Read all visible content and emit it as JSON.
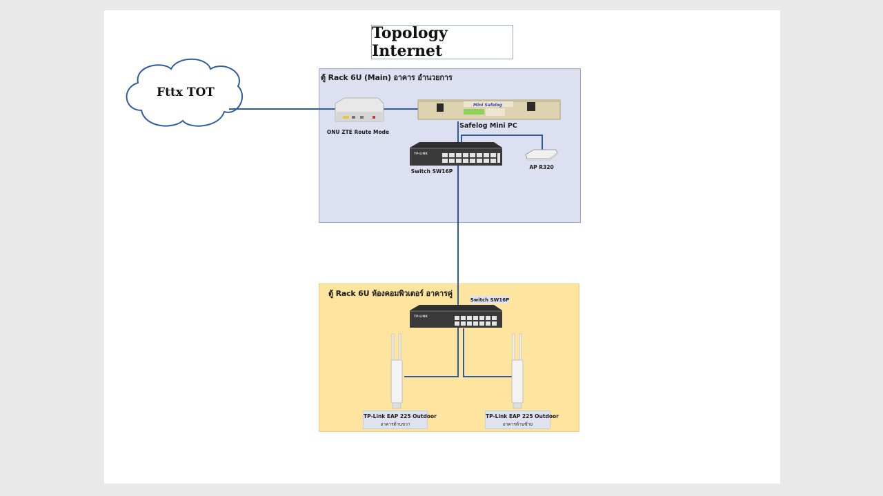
{
  "title": "Topology Internet",
  "cloud": {
    "label": "Fttx TOT"
  },
  "zone_main": {
    "title": "ตู้ Rack 6U (Main) อาคาร อำนวยการ",
    "onu_label": "ONU ZTE Route Mode",
    "safelog_label": "Safelog Mini PC",
    "safelog_brand": "Mini Safelog",
    "switch_label": "Switch SW16P",
    "ap_label": "AP R320"
  },
  "zone_lab": {
    "title": "ตู้ Rack 6U ห้องคอมพิวเตอร์ อาคารคู่",
    "switch_label": "Switch SW16P",
    "eap_left": {
      "name": "TP-Link EAP 225 Outdoor",
      "location": "อาคารด้านขวา"
    },
    "eap_right": {
      "name": "TP-Link EAP 225 Outdoor",
      "location": "อาคารด้านซ้าย"
    }
  },
  "switch_brand": "TP-LINK",
  "colors": {
    "link": "#2e5aa0",
    "zone_main": "#dce0f1",
    "zone_lab": "#fde49f",
    "label_bg": "#dfe3ef"
  }
}
